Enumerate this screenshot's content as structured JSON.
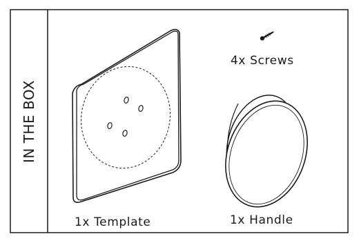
{
  "section_title": "IN THE BOX",
  "items": [
    {
      "label": "1x Template",
      "icon": "template-icon"
    },
    {
      "label": "1x Handle",
      "icon": "handle-icon"
    },
    {
      "label": "4x Screws",
      "icon": "screw-icon"
    }
  ],
  "colors": {
    "line": "#1a1a1a",
    "background": "#ffffff"
  }
}
